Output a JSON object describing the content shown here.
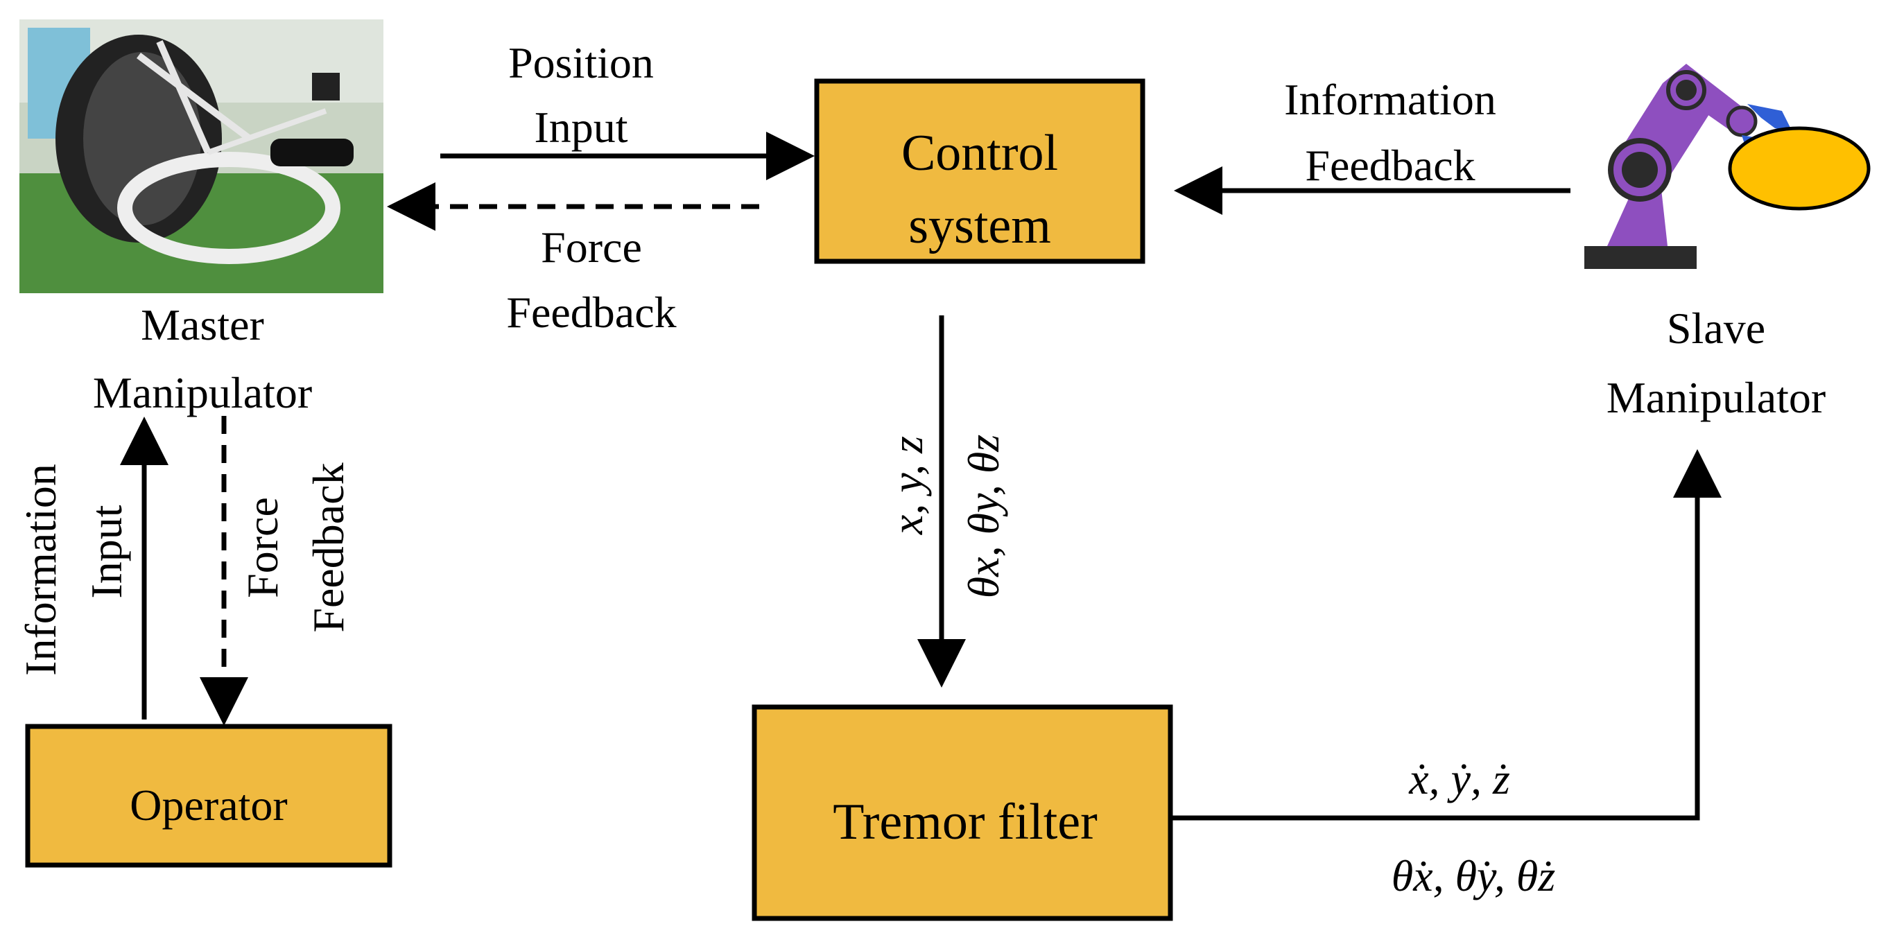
{
  "colors": {
    "box_fill": "#F0BA40",
    "box_stroke": "#000000",
    "arrow": "#000000",
    "robot_body": "#8E4FBF",
    "robot_joint": "#2b2b2b",
    "robot_gripper": "#2f5fd6",
    "object": "#FFC000"
  },
  "blocks": {
    "control_line1": "Control",
    "control_line2": "system",
    "tremor": "Tremor filter",
    "operator": "Operator"
  },
  "master": {
    "icon": "master-manipulator-photo",
    "label_line1": "Master",
    "label_line2": "Manipulator"
  },
  "slave": {
    "icon": "robot-arm-icon",
    "label_line1": "Slave",
    "label_line2": "Manipulator"
  },
  "arrows": {
    "position_input_line1": "Position",
    "position_input_line2": "Input",
    "force_feedback_top_line1": "Force",
    "force_feedback_top_line2": "Feedback",
    "info_feedback_line1": "Information",
    "info_feedback_line2": "Feedback",
    "info_input_line1": "Information",
    "info_input_line2": "Input",
    "force_feedback_side_line1": "Force",
    "force_feedback_side_line2": "Feedback",
    "xyz": "x, y, z",
    "thetas": "θx, θy, θz",
    "xyz_dot": "ẋ, ẏ, ż",
    "thetas_dot": "θ̇x, θ̇y, θ̇z"
  }
}
